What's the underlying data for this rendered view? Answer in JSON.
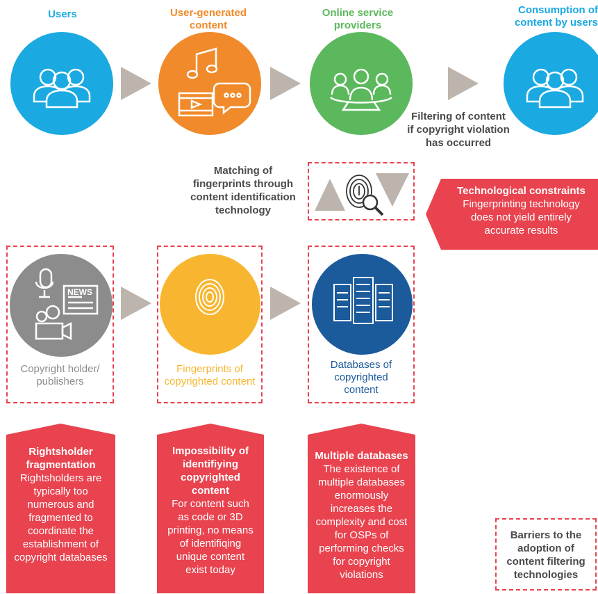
{
  "colors": {
    "blue": "#1aa9e1",
    "orange": "#f08a2a",
    "green": "#5cb85c",
    "gray": "#8c8c8c",
    "yellow": "#f8b630",
    "navy": "#1b5a9b",
    "red": "#e8434f",
    "arrow": "#bdb5ad"
  },
  "top_row": {
    "users": "Users",
    "ugc_line1": "User-generated",
    "ugc_line2": "content",
    "osp_line1": "Online service",
    "osp_line2": "providers",
    "consumption_line1": "Consumption of",
    "consumption_line2": "content by users"
  },
  "filtering": {
    "line1": "Filtering of content",
    "line2": "if copyright violation",
    "line3": "has occurred"
  },
  "matching": {
    "line1": "Matching of",
    "line2": "fingerprints through",
    "line3": "content identification",
    "line4": "technology"
  },
  "tech_constraints": {
    "title": "Technological constraints",
    "line1": "Fingerprinting technology",
    "line2": "does not yield entirely",
    "line3": "accurate results"
  },
  "bottom_row": {
    "holder_line1": "Copyright holder/",
    "holder_line2": "publishers",
    "fp_line1": "Fingerprints of",
    "fp_line2": "copyrighted content",
    "db_line1": "Databases of",
    "db_line2": "copyrighted",
    "db_line3": "content",
    "news": "NEWS"
  },
  "barriers": [
    {
      "title": [
        "Rightsholder",
        "fragmentation"
      ],
      "body": [
        "Rightsholders are",
        "typically too",
        "numerous and",
        "fragmented to",
        "coordinate the",
        "establishment of",
        "copyright databases"
      ]
    },
    {
      "title": [
        "Impossibility of",
        "identifiying",
        "copyrighted",
        "content"
      ],
      "body": [
        "For content such",
        "as code or 3D",
        "printing, no means",
        "of identifiqing",
        "unique content",
        "exist today"
      ]
    },
    {
      "title": [
        "Multiple databases"
      ],
      "body": [
        "The existence of",
        "multiple databases",
        "enormously",
        "increases the",
        "complexity and cost",
        "for OSPs of",
        "performing checks",
        "for copyright",
        "violations"
      ]
    }
  ],
  "legend": {
    "line1": "Barriers to the",
    "line2": "adoption of",
    "line3": "content filtering",
    "line4": "technologies"
  }
}
